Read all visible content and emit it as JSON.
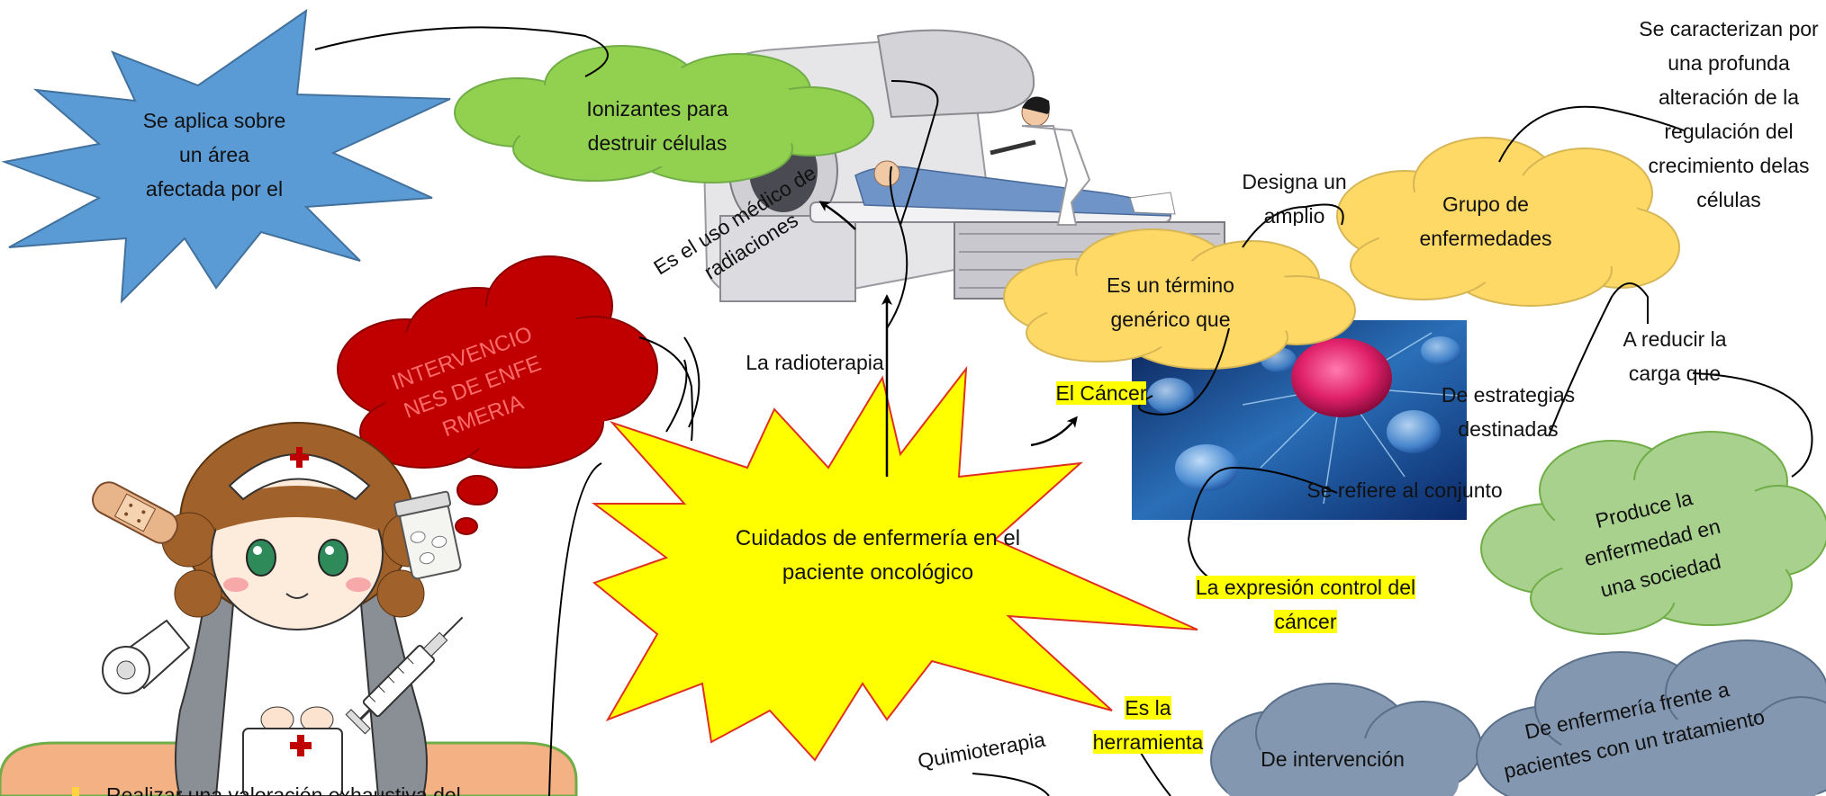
{
  "colors": {
    "star_center": "#ffff00",
    "star_center_stroke": "#e03020",
    "star_blue": "#5b9bd5",
    "cloud_green": "#92d050",
    "cloud_yellow": "#ffd966",
    "cloud_red": "#c00000",
    "cloud_slate": "#8497b0",
    "cloud_light_green": "#a9d18e",
    "callout_orange": "#f4b183",
    "highlight": "#ffff00"
  },
  "nodes": {
    "center": "Cuidados de enfermería en el paciente oncológico",
    "blue_star": "Se aplica sobre un área afectada por el",
    "ionizantes": "Ionizantes para destruir células",
    "uso_medico": "Es el uso médico de radiaciones",
    "radioterapia": "La radioterapia",
    "intervenciones": "INTERVENCIONES DE ENFERMERIA",
    "cancer": "El Cáncer",
    "termino": "Es un término genérico que",
    "designa": "Designa un amplio",
    "grupo": "Grupo de enfermedades",
    "caracterizan": "Se caracterizan por una profunda alteración de la regulación del crecimiento delas células",
    "reducir": "A reducir la carga que",
    "estrategias": "De estrategias destinadas",
    "conjunto": "Se refiere al conjunto",
    "produce": "Produce la enfermedad en una sociedad",
    "expresion": "La expresión control del cáncer",
    "herramienta": "Es la herramienta",
    "quimioterapia": "Quimioterapia",
    "de_intervencion": "De intervención",
    "enfermeria_frente": "De enfermería frente a pacientes con un tratamiento",
    "callout": "Realizar una valoración exhaustiva del"
  },
  "icons": {
    "radiotherapy_machine": "radiotherapy-machine-illustration",
    "cancer_cell": "cancer-cell-image",
    "nurse": "nurse-cartoon",
    "bandage": "bandage-icon",
    "pill_bottle": "pill-bottle-icon",
    "tape_roll": "tape-roll-icon",
    "syringe": "syringe-icon",
    "bullet": "bullet-icon"
  }
}
